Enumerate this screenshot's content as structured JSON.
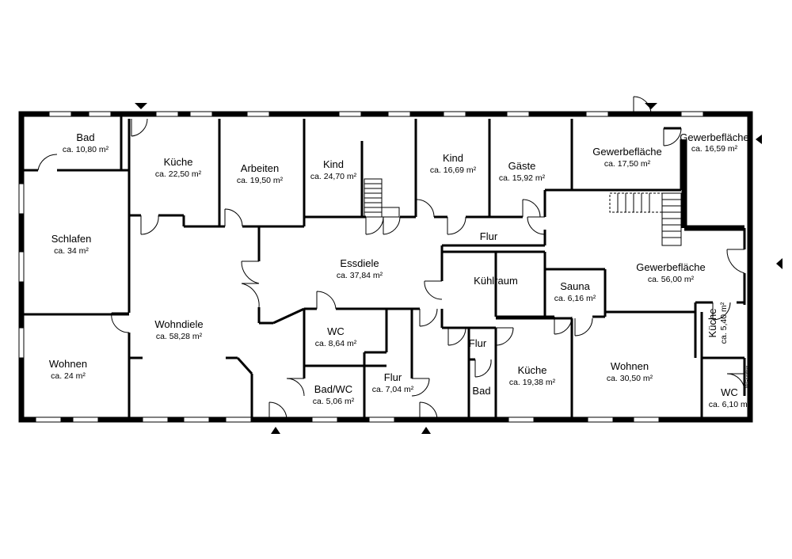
{
  "plan": {
    "credit": "McGrundriss",
    "rooms": [
      {
        "name": "Bad",
        "area": "ca. 10,80 m²"
      },
      {
        "name": "Küche",
        "area": "ca. 22,50 m²"
      },
      {
        "name": "Arbeiten",
        "area": "ca. 19,50 m²"
      },
      {
        "name": "Kind",
        "area": "ca. 24,70 m²"
      },
      {
        "name": "Kind",
        "area": "ca. 16,69 m²"
      },
      {
        "name": "Gäste",
        "area": "ca. 15,92 m²"
      },
      {
        "name": "Gewerbefläche",
        "area": "ca. 17,50 m²"
      },
      {
        "name": "Gewerbefläche",
        "area": "ca. 16,59 m²"
      },
      {
        "name": "Schlafen",
        "area": "ca. 34 m²"
      },
      {
        "name": "Essdiele",
        "area": "ca. 37,84 m²"
      },
      {
        "name": "Flur",
        "area": ""
      },
      {
        "name": "Kühlraum",
        "area": ""
      },
      {
        "name": "Gewerbefläche",
        "area": "ca. 56,00 m²"
      },
      {
        "name": "Sauna",
        "area": "ca. 6,16 m²"
      },
      {
        "name": "Wohndiele",
        "area": "ca. 58,28 m²"
      },
      {
        "name": "WC",
        "area": "ca. 8,64 m²"
      },
      {
        "name": "Wohnen",
        "area": "ca. 24 m²"
      },
      {
        "name": "Flur",
        "area": ""
      },
      {
        "name": "Küche",
        "area": "ca. 19,38 m²"
      },
      {
        "name": "Wohnen",
        "area": "ca. 30,50 m²"
      },
      {
        "name": "Küche",
        "area": "ca. 5,40 m²"
      },
      {
        "name": "Bad/WC",
        "area": "ca. 5,06 m²"
      },
      {
        "name": "Flur",
        "area": "ca. 7,04 m²"
      },
      {
        "name": "Bad",
        "area": ""
      },
      {
        "name": "WC",
        "area": "ca. 6,10 m²"
      }
    ]
  }
}
